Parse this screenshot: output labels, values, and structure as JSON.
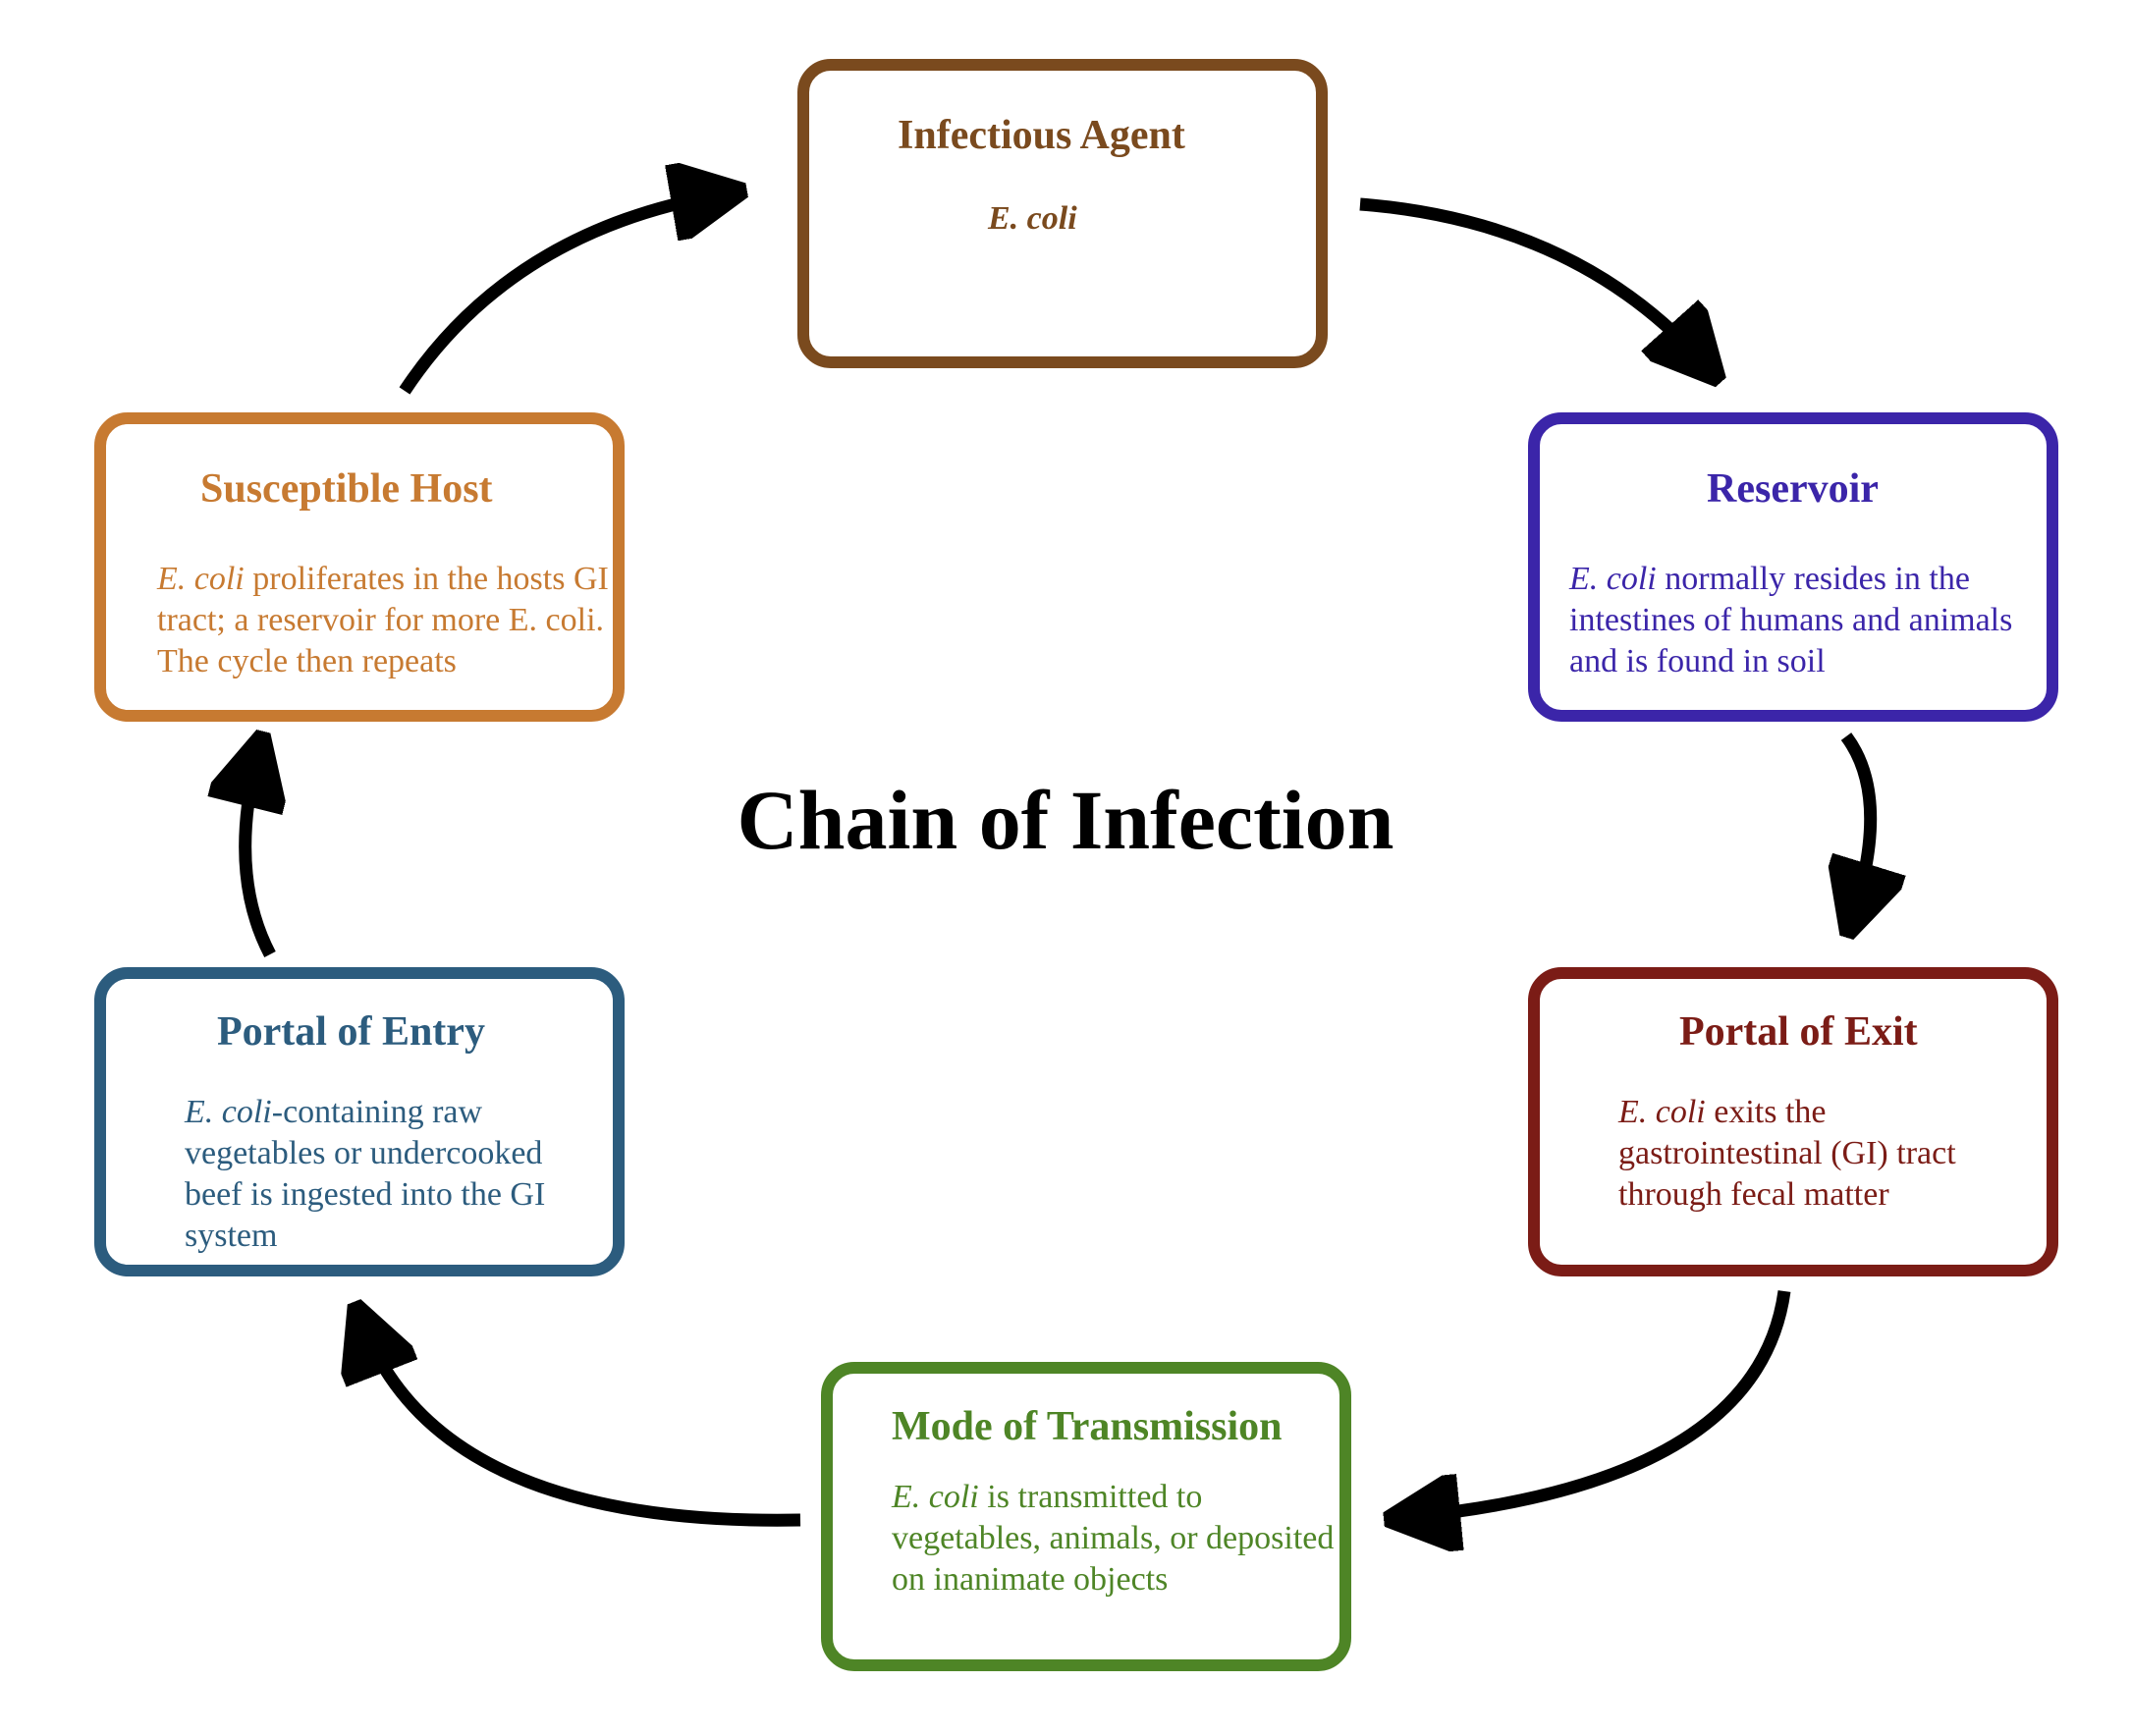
{
  "title": "Chain of Infection",
  "colors": {
    "arrow": "#000000",
    "infectious_agent": "#7a4a1e",
    "reservoir": "#3b25a9",
    "portal_of_exit": "#7b1c16",
    "mode_of_transmission": "#4e8526",
    "portal_of_entry": "#2c5c7e",
    "susceptible_host": "#c77a31"
  },
  "nodes": {
    "infectious_agent": {
      "title": "Infectious Agent",
      "body_italic": "E. coli",
      "body": ""
    },
    "reservoir": {
      "title": "Reservoir",
      "body_italic": "E. coli",
      "body": " normally resides in the intestines of humans and animals and is found in soil"
    },
    "portal_of_exit": {
      "title": "Portal of Exit",
      "body_italic": "E. coli",
      "body": " exits the gastrointestinal (GI) tract through fecal matter"
    },
    "mode_of_transmission": {
      "title": "Mode of Transmission",
      "body_italic": "E. coli",
      "body": " is transmitted to vegetables, animals, or deposited on inanimate objects"
    },
    "portal_of_entry": {
      "title": "Portal of Entry",
      "body_italic": "E. coli",
      "body": "-containing raw vegetables or undercooked beef is ingested into the GI system"
    },
    "susceptible_host": {
      "title": "Susceptible Host",
      "body_italic": "E. coli",
      "body": " proliferates in the hosts GI tract; a reservoir for more E. coli. The cycle then repeats"
    }
  }
}
